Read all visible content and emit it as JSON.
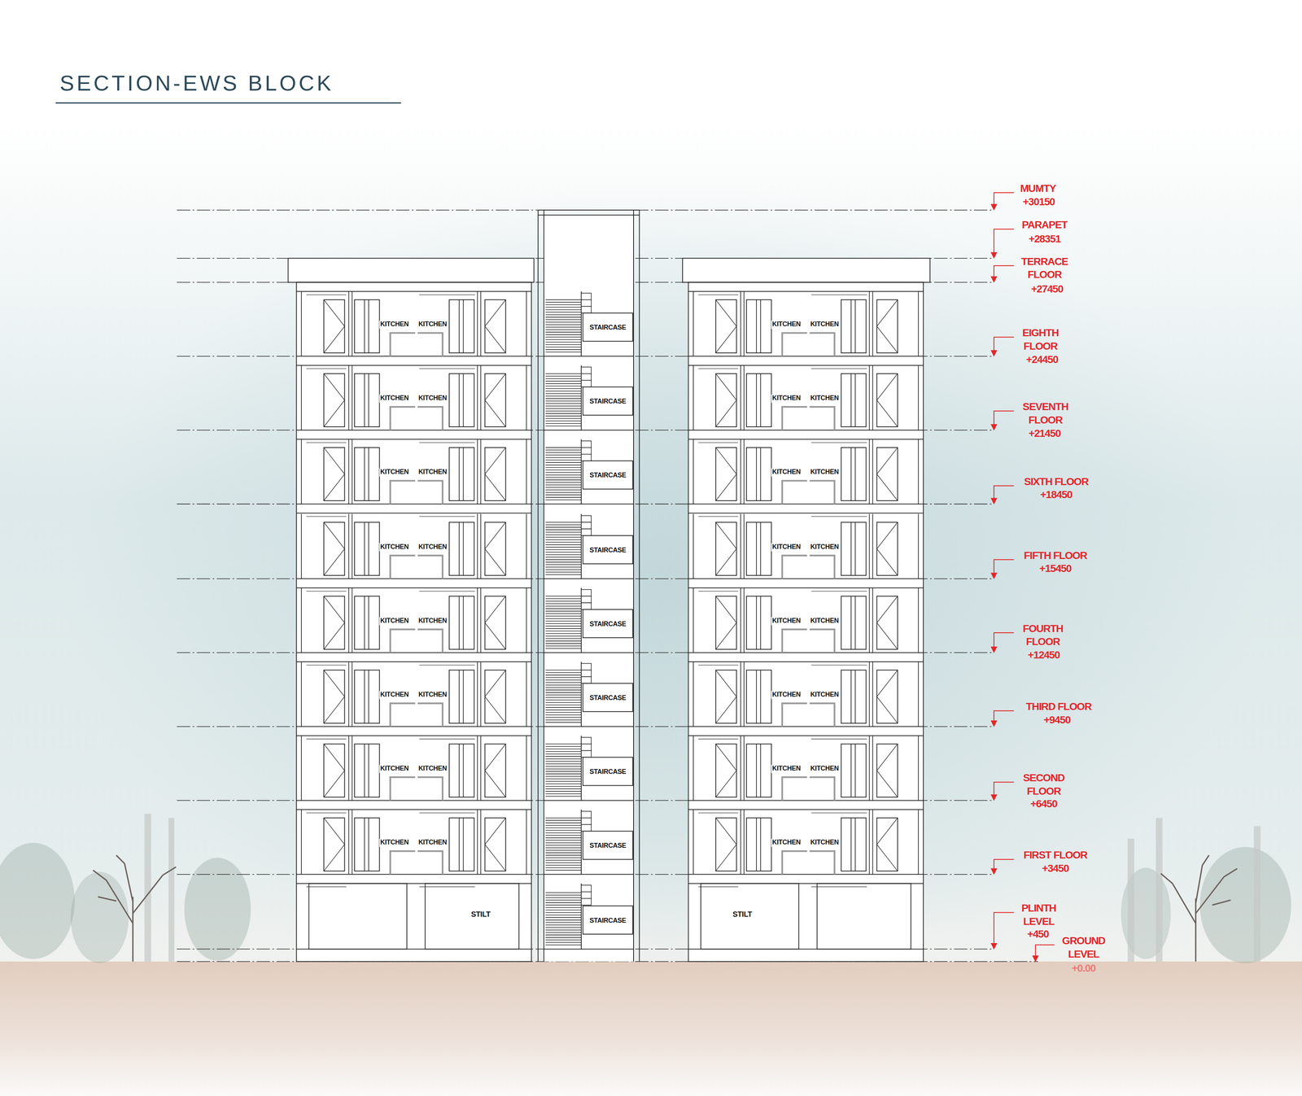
{
  "diagram": {
    "title": "SECTION-EWS BLOCK",
    "labels": [
      "MUMTY",
      "+30150",
      "PARAPET",
      "+28351",
      "TERRACE FLOOR",
      "+27450",
      "EIGHTH FLOOR",
      "+24450",
      "SEVENTH FLOOR",
      "+21450",
      "SIXTH FLOOR",
      "+18450",
      "FIFTH FLOOR",
      "+15450",
      "FOURTH FLOOR",
      "+12450",
      "THIRD FLOOR",
      "+9450",
      "SECOND FLOOR",
      "+6450",
      "FIRST FLOOR",
      "+3450",
      "PLINTH LEVEL",
      "+450",
      "GROUND LEVEL",
      "+0.00",
      "KITCHEN",
      "KITCHEN",
      "KITCHEN",
      "KITCHEN",
      "STAIRCASE",
      "KITCHEN",
      "KITCHEN",
      "KITCHEN",
      "KITCHEN",
      "STAIRCASE",
      "KITCHEN",
      "KITCHEN",
      "KITCHEN",
      "KITCHEN",
      "STAIRCASE",
      "KITCHEN",
      "KITCHEN",
      "KITCHEN",
      "KITCHEN",
      "STAIRCASE",
      "KITCHEN",
      "KITCHEN",
      "KITCHEN",
      "KITCHEN",
      "STAIRCASE",
      "KITCHEN",
      "KITCHEN",
      "KITCHEN",
      "KITCHEN",
      "STAIRCASE",
      "KITCHEN",
      "KITCHEN",
      "KITCHEN",
      "KITCHEN",
      "STAIRCASE",
      "KITCHEN",
      "KITCHEN",
      "KITCHEN",
      "KITCHEN",
      "STAIRCASE",
      "STILT",
      "STAIRCASE",
      "STILT"
    ]
  }
}
